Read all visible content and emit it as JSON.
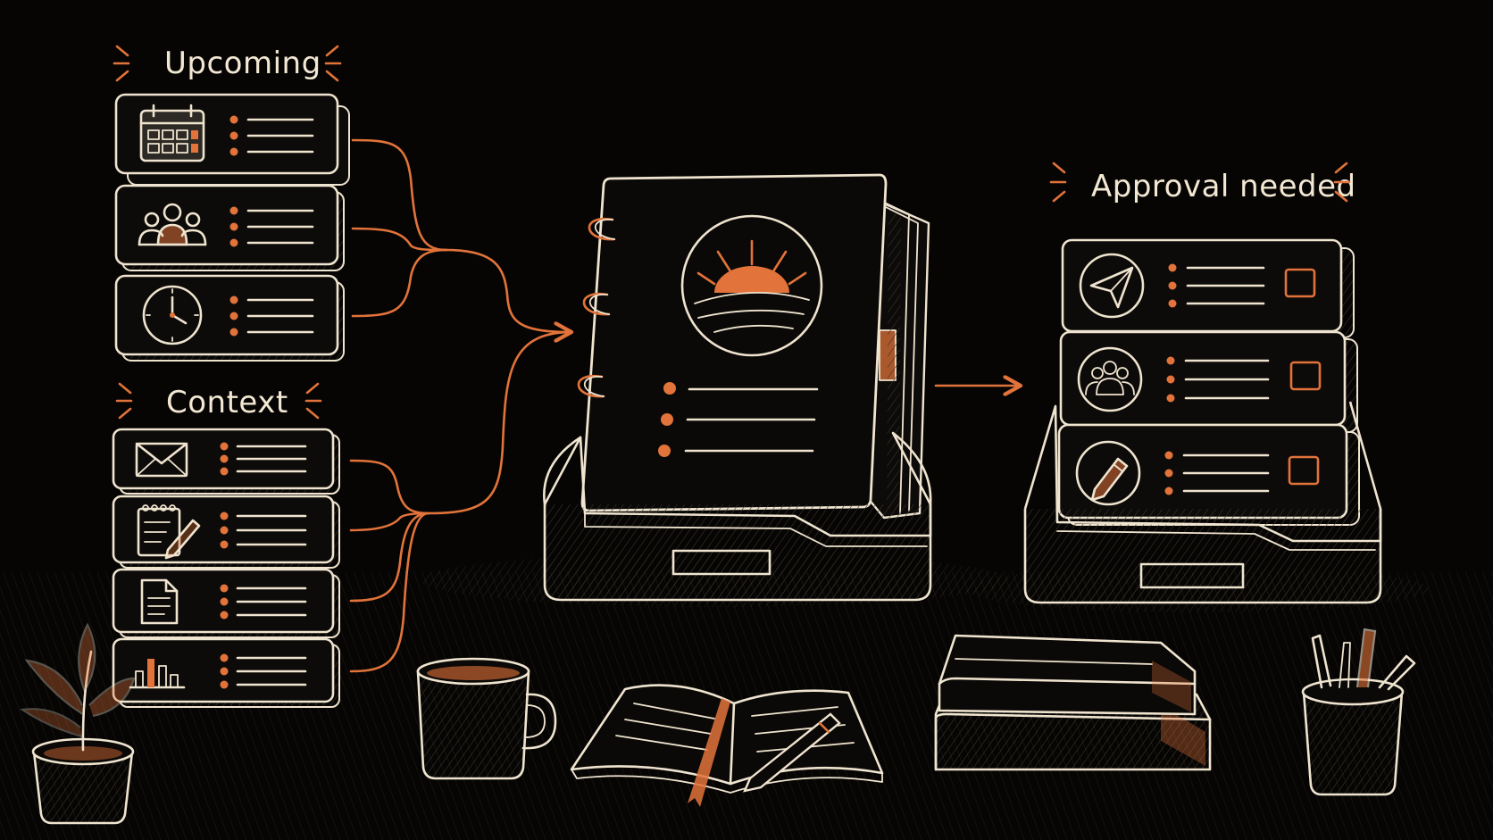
{
  "labels": {
    "upcoming": "Upcoming",
    "context": "Context",
    "approval": "Approval needed"
  },
  "upcoming_cards": [
    {
      "icon": "calendar-icon"
    },
    {
      "icon": "people-icon"
    },
    {
      "icon": "clock-icon"
    }
  ],
  "context_cards": [
    {
      "icon": "envelope-icon"
    },
    {
      "icon": "notepad-pencil-icon"
    },
    {
      "icon": "document-icon"
    },
    {
      "icon": "bar-chart-icon"
    }
  ],
  "approval_cards": [
    {
      "icon": "paper-plane-icon"
    },
    {
      "icon": "people-icon"
    },
    {
      "icon": "pencil-icon"
    }
  ],
  "colors": {
    "chalk": "#efe4cf",
    "accent": "#e2733a",
    "background": "#060504"
  }
}
